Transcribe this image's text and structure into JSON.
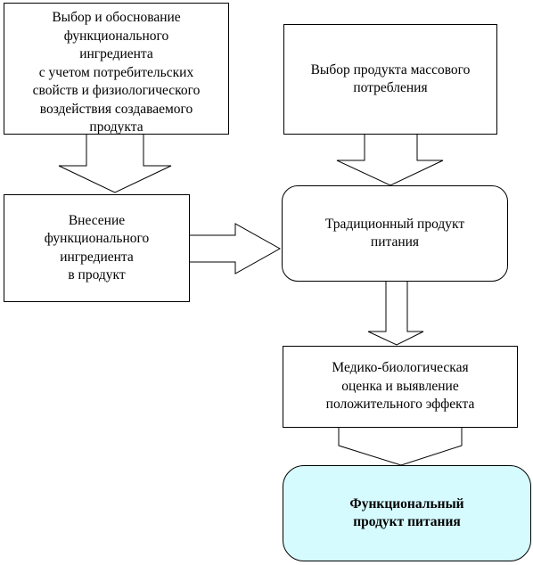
{
  "diagram": {
    "boxes": {
      "select_ingredient": "Выбор и обоснование\nфункционального\nингредиента\nс учетом потребительских\nсвойств и физиологического\nвоздействия создаваемого\nпродукта",
      "select_product": "Выбор продукта массового\nпотребления",
      "add_ingredient": "Внесение\nфункционального\nингредиента\nв  продукт",
      "traditional_product": "Традиционный продукт\nпитания",
      "medical_evaluation": "Медико-биологическая\nоценка и выявление\nположительного эффекта",
      "functional_product": "Функциональный\nпродукт питания"
    },
    "colors": {
      "final_fill": "#d6fbff",
      "stroke": "#000000",
      "background": "#ffffff"
    }
  }
}
